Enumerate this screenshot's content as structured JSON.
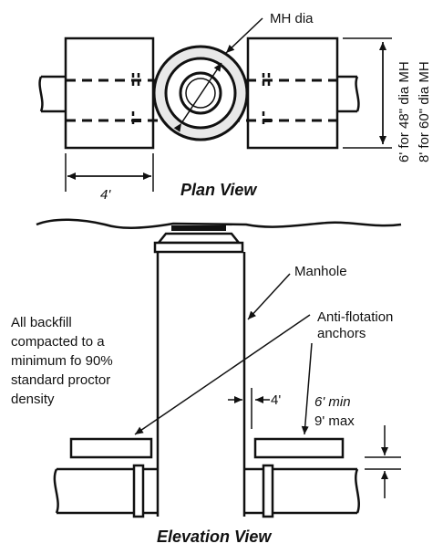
{
  "plan_view": {
    "title": "Plan View",
    "mh_dia_label": "MH dia",
    "width_dim": "4'",
    "height_dim_48": "6' for 48\" dia MH",
    "height_dim_60": "8' for 60\" dia MH"
  },
  "elevation_view": {
    "title": "Elevation View",
    "manhole_label": "Manhole",
    "anchors_label_line1": "Anti-flotation",
    "anchors_label_line2": "anchors",
    "backfill_lines": [
      "All backfill",
      "compacted to a",
      "minimum fo 90%",
      "standard proctor",
      "density"
    ],
    "offset_dim": "4'",
    "depth_min": "6' min",
    "depth_max": "9' max"
  }
}
